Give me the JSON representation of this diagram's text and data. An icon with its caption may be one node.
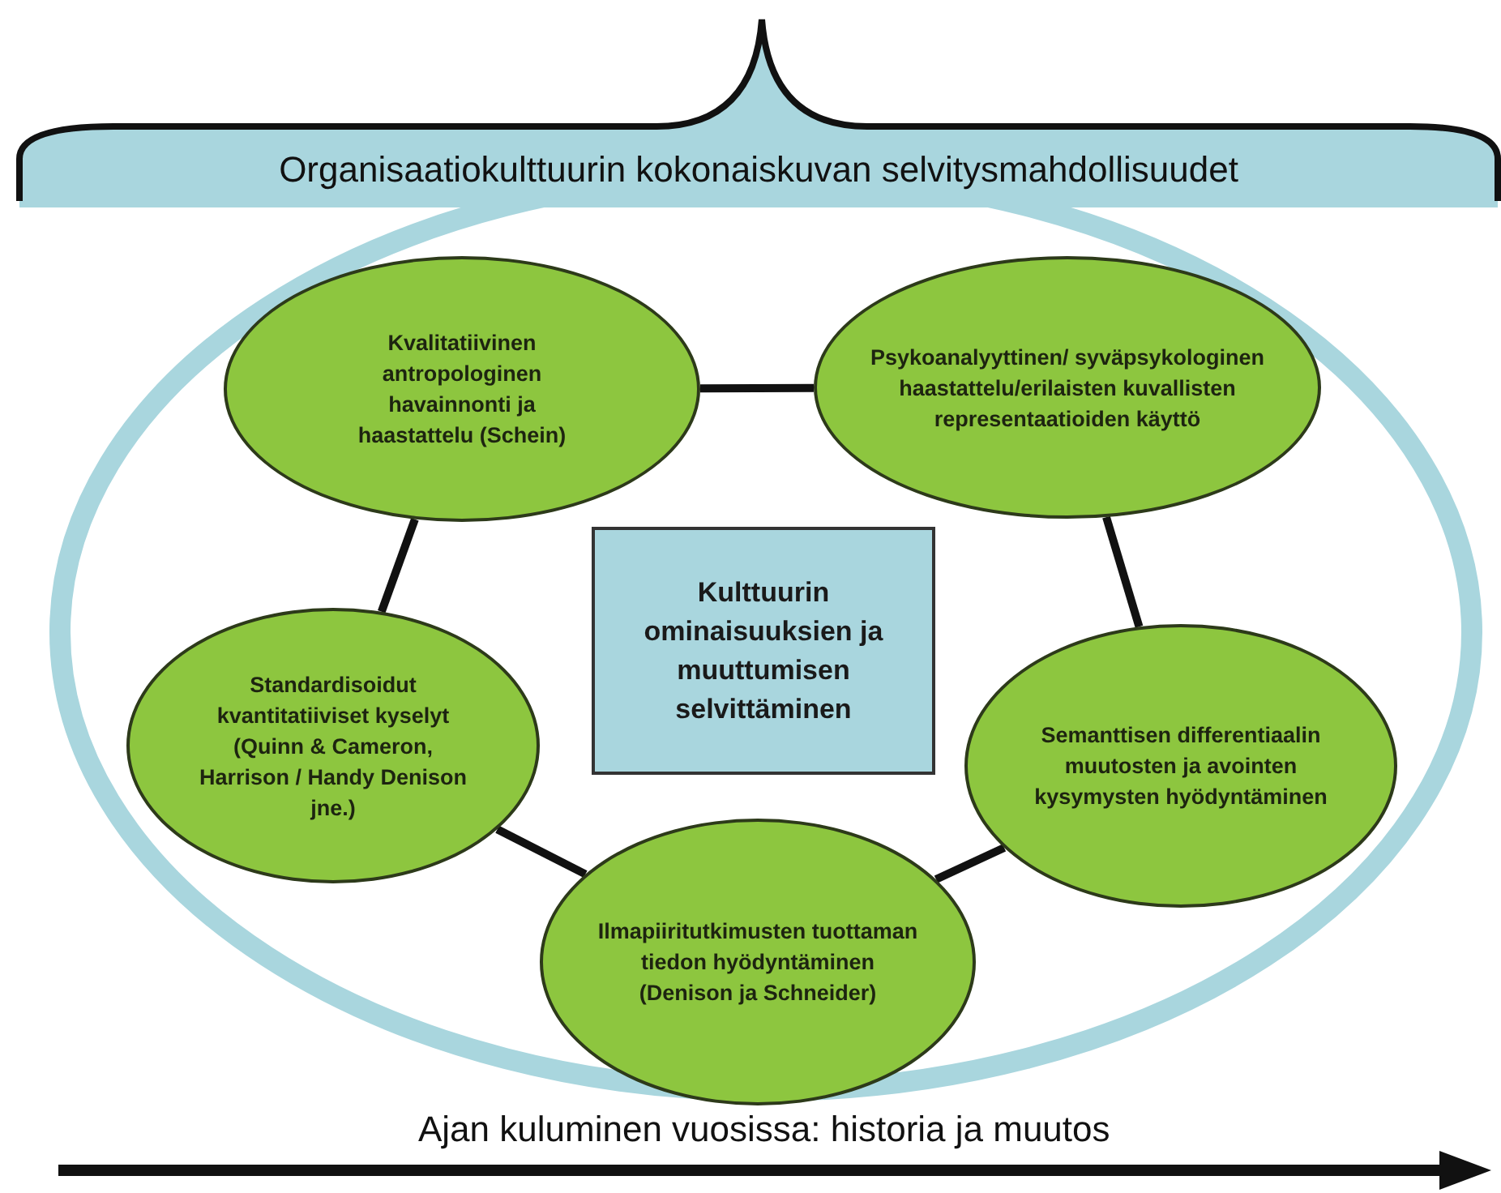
{
  "diagram": {
    "nodes": [
      {
        "text": [
          "Organisaatiokulttuurin kokonaiskuvan selvitysmahdollisuudet"
        ]
      },
      {
        "text": [],
        "shape": "ellipse"
      },
      {
        "text": [
          "Kvalitatiivinen antropologinen havainnonti ja haastattelu (Schein)"
        ],
        "in": 1
      },
      {
        "text": [
          "Psykoanalyyttinen/ syväpsykologinen haastattelu/erilaisten kuvallisten representaatioiden käyttö"
        ],
        "in": 1
      },
      {
        "text": [
          "Kulttuurin ominaisuuksien ja muuttumisen selvittäminen"
        ],
        "in": 1
      },
      {
        "text": [
          "Standardisoidut kvantitatiiviset kyselyt (Quinn & Cameron, Harrison / Handy Denison jne.)"
        ],
        "in": 1
      },
      {
        "text": [
          "Semanttisen differentiaalin muutosten ja avointen kysymysten hyödyntäminen"
        ],
        "in": 1
      },
      {
        "text": [
          "Ilmapiiritutkimusten tuottaman tiedon hyödyntäminen (Denison ja Schneider)"
        ],
        "in": 1
      }
    ],
    "edges": [
      {
        "from": 2,
        "to": 3,
        "arrow": "none"
      },
      {
        "from": 3,
        "to": 6,
        "arrow": "none"
      },
      {
        "from": 6,
        "to": 7,
        "arrow": "none"
      },
      {
        "from": 7,
        "to": 5,
        "arrow": "none"
      },
      {
        "from": 5,
        "to": 2,
        "arrow": "none"
      }
    ],
    "labels": [
      "Ajan kuluminen vuosissa: historia ja muutos"
    ]
  }
}
